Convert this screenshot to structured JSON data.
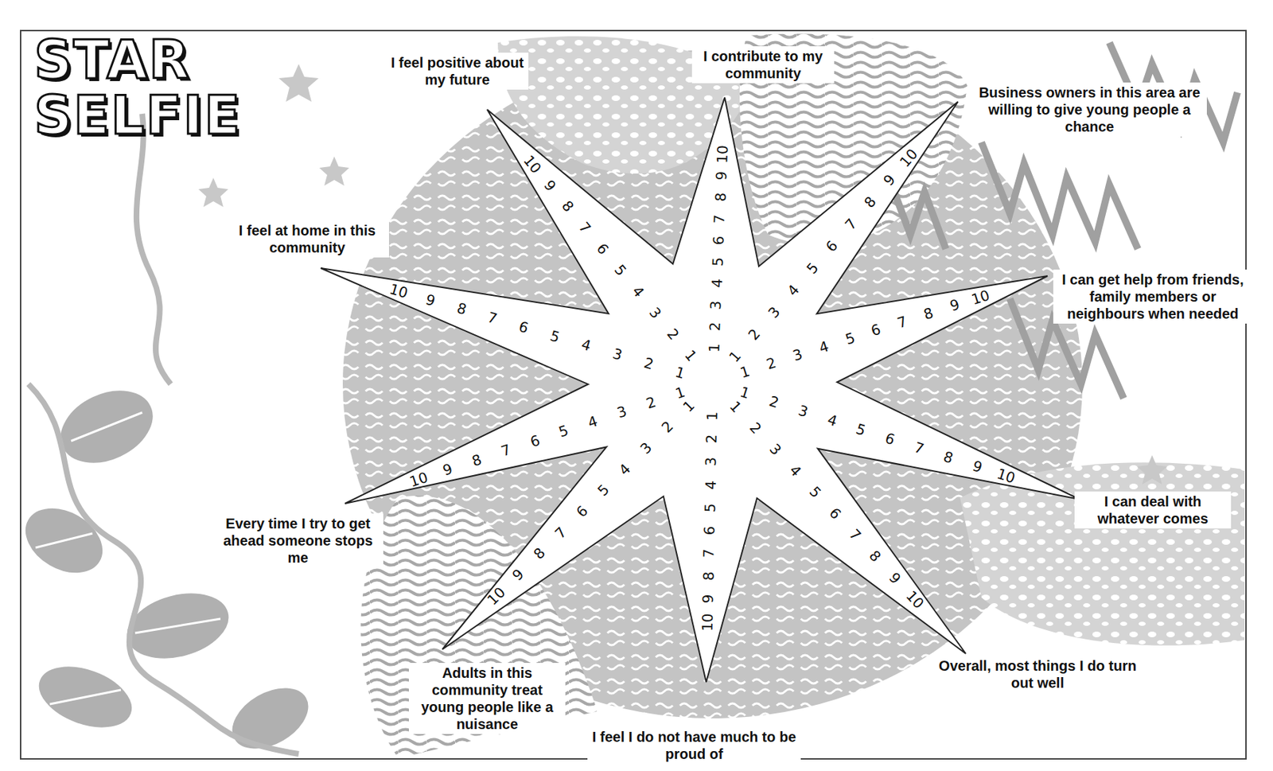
{
  "diagram": {
    "title": "STAR SELFIE",
    "labels": [
      "I feel positive about my future",
      "I contribute to my community",
      "Business owners in this area are willing to give young people a chance",
      "I can get help from friends, family members or neighbours when needed",
      "I can deal with whatever comes",
      "Overall, most things I do turn out well",
      "I feel I do not have much to be proud of",
      "Adults in this community treat young people like a nuisance",
      "Every time I try to get ahead someone stops me",
      "I feel at home in this community",
      "1",
      "2",
      "3",
      "4",
      "5",
      "6",
      "7",
      "8",
      "9",
      "10",
      "1",
      "2",
      "3",
      "4",
      "5",
      "6",
      "7",
      "8",
      "9",
      "10",
      "1",
      "2",
      "3",
      "4",
      "5",
      "6",
      "7",
      "8",
      "9",
      "10",
      "1",
      "2",
      "3",
      "4",
      "5",
      "6",
      "7",
      "8",
      "9",
      "10",
      "1",
      "2",
      "3",
      "4",
      "5",
      "6",
      "7",
      "8",
      "9",
      "10",
      "1",
      "2",
      "3",
      "4",
      "5",
      "6",
      "7",
      "8",
      "9",
      "10",
      "1",
      "2",
      "3",
      "4",
      "5",
      "6",
      "7",
      "8",
      "9",
      "10",
      "1",
      "2",
      "3",
      "4",
      "5",
      "6",
      "7",
      "8",
      "9",
      "10",
      "1",
      "2",
      "3",
      "4",
      "5",
      "6",
      "7",
      "8",
      "9",
      "10",
      "1",
      "2",
      "3",
      "4",
      "5",
      "6",
      "7",
      "8",
      "9",
      "10"
    ]
  }
}
